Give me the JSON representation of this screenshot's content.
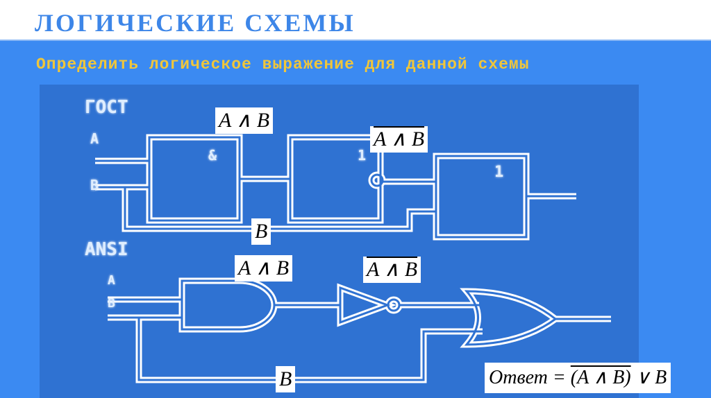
{
  "header": {
    "title": "ЛОГИЧЕСКИЕ СХЕМЫ",
    "subtitle": "Определить логическое выражение для данной схемы"
  },
  "diagram": {
    "gost": {
      "label": "ГОСТ",
      "input_a": "A",
      "input_b": "B",
      "gate1_symbol": "&",
      "gate2_symbol": "1",
      "gate3_symbol": "1",
      "expr_and": "A ∧ B",
      "expr_nand": "A ∧ B",
      "expr_b": "B"
    },
    "ansi": {
      "label": "ANSI",
      "input_a": "A",
      "input_b": "B",
      "expr_and": "A ∧ B",
      "expr_nand": "A ∧ B",
      "expr_b": "B"
    },
    "answer": {
      "prefix": "Ответ = ",
      "expr_overline": "(A ∧ B)",
      "suffix": " ∨ B"
    }
  },
  "colors": {
    "title": "#3d86e8",
    "band": "#3b8af2",
    "panel": "#2f72d2",
    "subtitle": "#f0c63a"
  }
}
